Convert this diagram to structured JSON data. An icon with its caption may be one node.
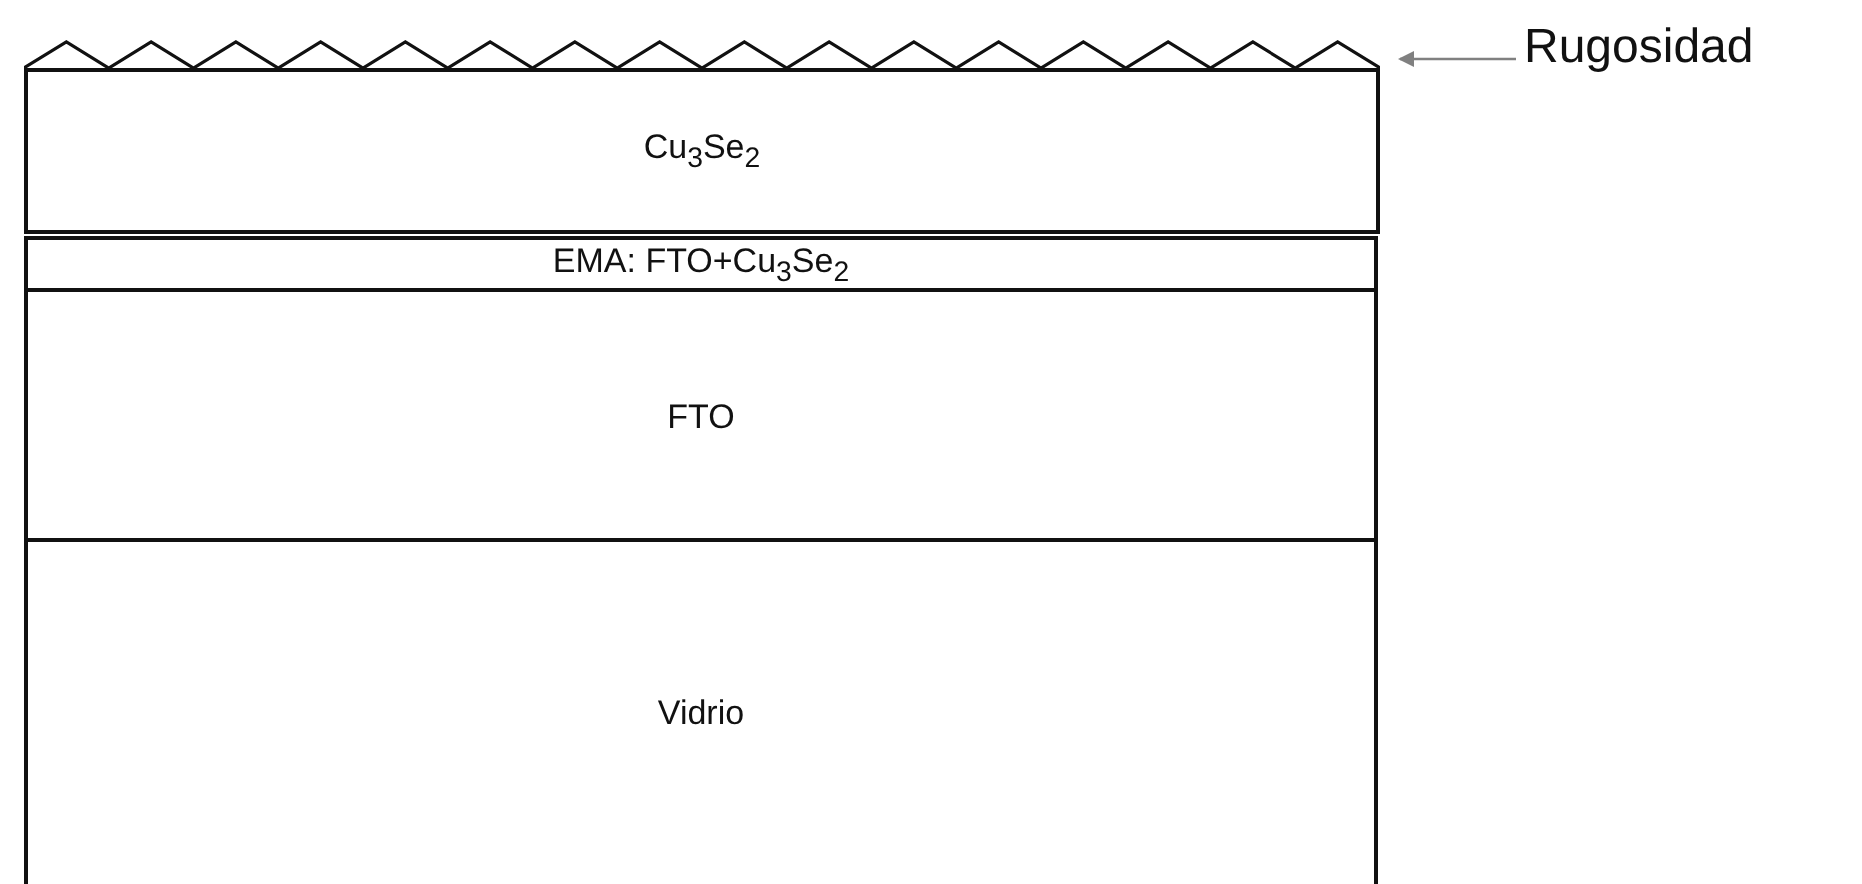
{
  "diagram": {
    "nodes": [
      {
        "text": [],
        "shape": "zigzag"
      },
      {
        "text": [
          "Cu$_{3}$Se$_{2}$"
        ]
      },
      {
        "text": [
          "EMA: FTO+Cu$_{3}$Se$_{2}$"
        ]
      },
      {
        "text": [
          "FTO"
        ]
      },
      {
        "text": [
          "Vidrio"
        ]
      },
      {
        "text": [
          "Rugosidad"
        ]
      }
    ],
    "edges": [
      {
        "from": 5,
        "to": 0,
        "arrow": "to",
        "color": "#808080"
      }
    ]
  }
}
